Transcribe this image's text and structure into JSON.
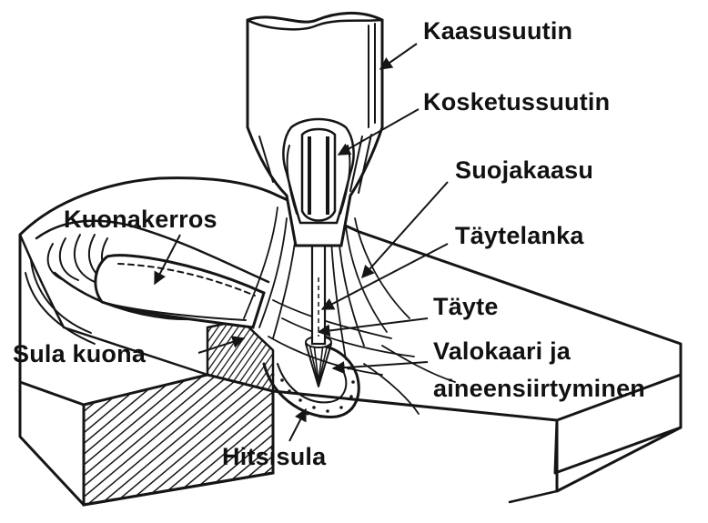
{
  "diagram": {
    "labels": {
      "kaasusuutin": "Kaasusuutin",
      "kosketussuutin": "Kosketussuutin",
      "suojakaasu": "Suojakaasu",
      "kuonakerros": "Kuonakerros",
      "taytelanka": "Täytelanka",
      "tayte": "Täyte",
      "sula_kuona": "Sula kuona",
      "valokaari_line1": "Valokaari ja",
      "valokaari_line2": "aineensiirtyminen",
      "hitsisula": "Hitsisula"
    },
    "colors": {
      "ink": "#151515",
      "background": "#ffffff"
    }
  }
}
